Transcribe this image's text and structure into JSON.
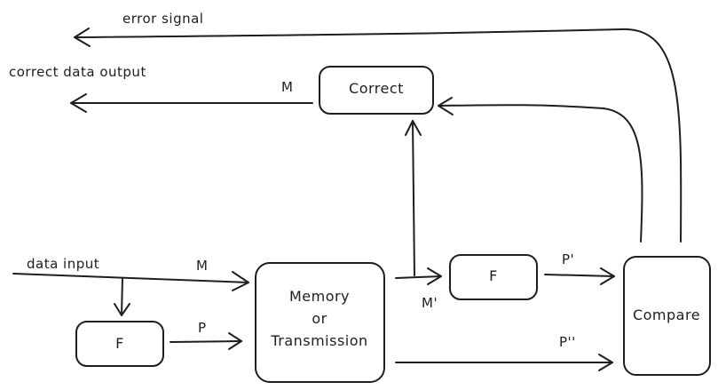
{
  "labels": {
    "error_signal": "error signal",
    "correct_data_output": "correct data output",
    "data_input": "data input",
    "m_top": "M",
    "m_input": "M",
    "m_prime": "M'",
    "p": "P",
    "p_prime": "P'",
    "p_double_prime": "P''"
  },
  "boxes": {
    "correct": "Correct",
    "f_left": "F",
    "f_right": "F",
    "memory_line1": "Memory",
    "memory_line2": "or",
    "memory_line3": "Transmission",
    "compare": "Compare"
  }
}
